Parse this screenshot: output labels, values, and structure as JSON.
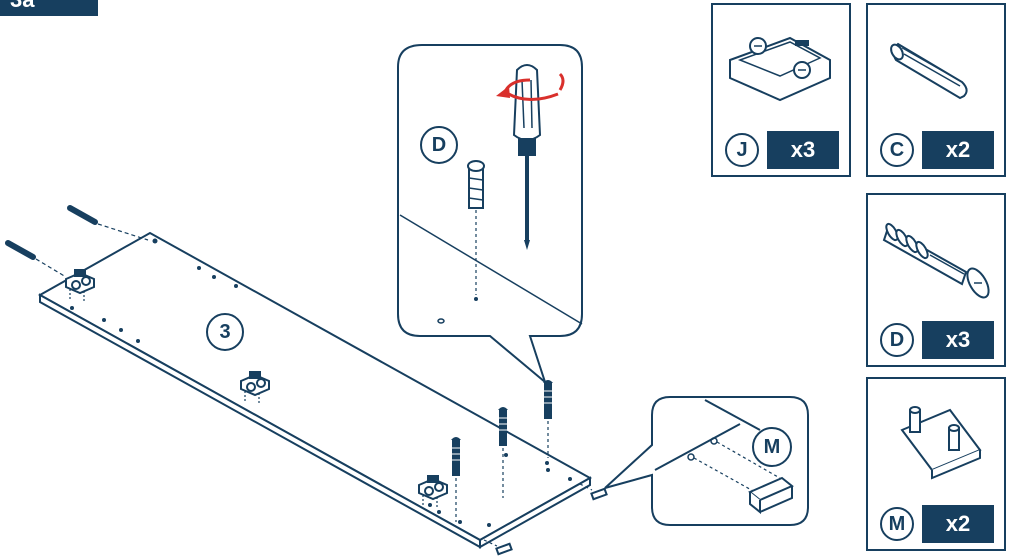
{
  "step": {
    "label": "3a"
  },
  "panel": {
    "number": "3"
  },
  "callouts": {
    "screw_detail": {
      "label": "D"
    },
    "cap_detail": {
      "label": "M"
    }
  },
  "parts": [
    {
      "letter": "J",
      "quantity": "x3",
      "icon": "hinge-icon"
    },
    {
      "letter": "C",
      "quantity": "x2",
      "icon": "wooden-dowel-icon"
    },
    {
      "letter": "D",
      "quantity": "x3",
      "icon": "cam-bolt-icon"
    },
    {
      "letter": "M",
      "quantity": "x2",
      "icon": "shelf-support-pin-icon"
    }
  ],
  "colors": {
    "ink": "#173f5f",
    "accent": "#d9302c",
    "background": "#ffffff"
  }
}
